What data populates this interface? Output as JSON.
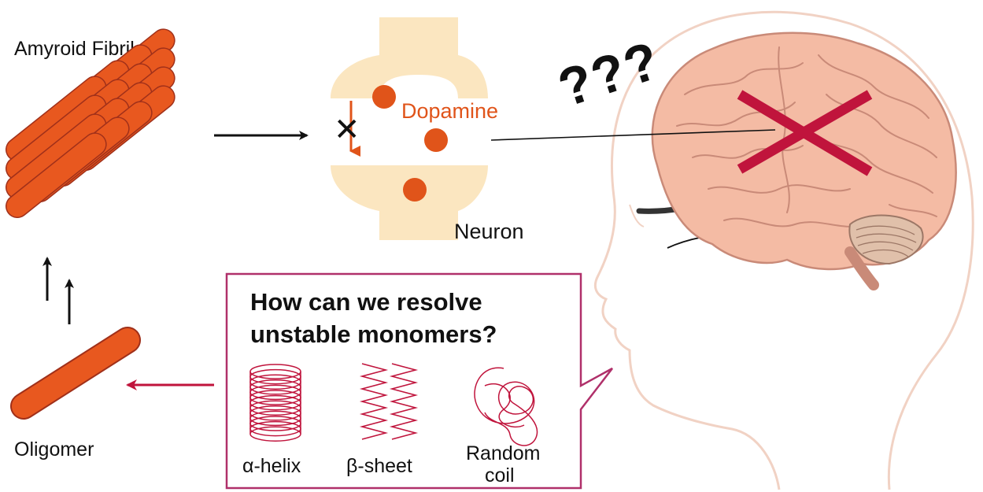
{
  "labels": {
    "fibril": "Amyroid Fibril",
    "dopamine": "Dopamine",
    "neuron": "Neuron",
    "oligomer": "Oligomer",
    "question_marks": "???",
    "question_line1": "How can we resolve",
    "question_line2": "unstable monomers?",
    "alpha_helix": "α-helix",
    "beta_sheet": "β-sheet",
    "random_coil_line1": "Random",
    "random_coil_line2": "coil",
    "block_mark": "✕"
  },
  "colors": {
    "fibril_fill": "#e8581f",
    "fibril_stroke": "#a0301a",
    "dopamine": "#e0541a",
    "neuron": "#fbe6c0",
    "accent_red": "#c0143c",
    "box_border": "#b0306a",
    "brain_fill": "#f4bba4",
    "head_outline": "#f1d2c4"
  }
}
